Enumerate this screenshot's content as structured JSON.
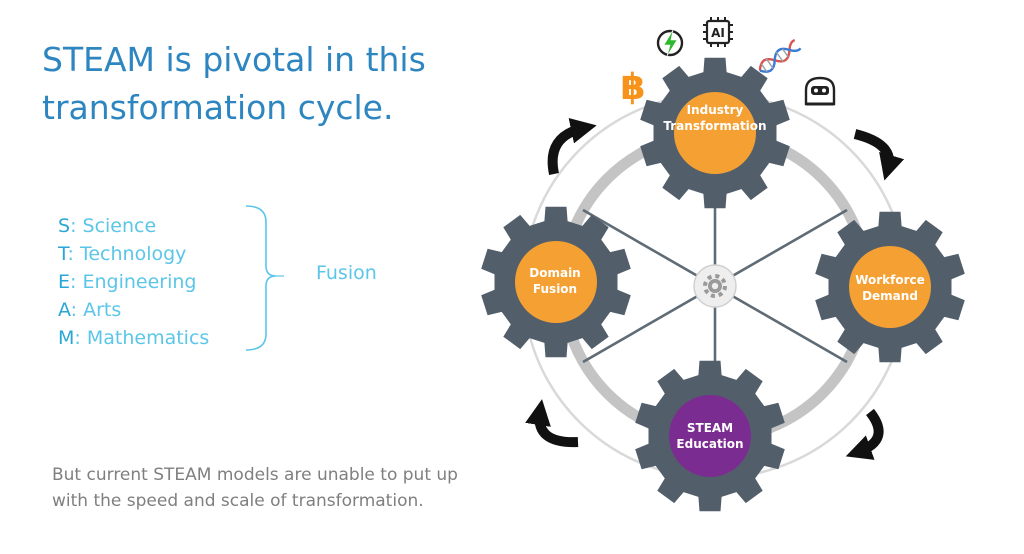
{
  "slide": {
    "title": "STEAM is pivotal in this transformation cycle.",
    "acronym": [
      {
        "letter": "S",
        "sep": ":",
        "word": " Science"
      },
      {
        "letter": "T",
        "sep": ":",
        "word": " Technology"
      },
      {
        "letter": "E",
        "sep": ":",
        "word": " Engineering"
      },
      {
        "letter": "A",
        "sep": ":",
        "word": " Arts"
      },
      {
        "letter": "M",
        "sep": ":",
        "word": " Mathematics"
      }
    ],
    "fusion_label": "Fusion",
    "footer": "But current STEAM models are unable to put up with the speed and scale of transformation."
  },
  "cycle": {
    "gears": {
      "top": {
        "line1": "Industry",
        "line2": "Transformation",
        "fill": "#f5a033"
      },
      "right": {
        "line1": "Workforce",
        "line2": "Demand",
        "fill": "#f5a033"
      },
      "bottom": {
        "line1": "STEAM",
        "line2": "Education",
        "fill": "#7b2c91"
      },
      "left": {
        "line1": "Domain",
        "line2": "Fusion",
        "fill": "#f5a033"
      }
    },
    "icons": {
      "ai_chip_text": "AI",
      "tech_icons": [
        "bitcoin-icon",
        "energy-icon",
        "ai-chip-icon",
        "dna-icon",
        "robot-icon"
      ]
    }
  },
  "colors": {
    "gear": "#525f6b",
    "title": "#2e86c1",
    "acronym": "#5bc6e8",
    "bitcoin": "#f7931a",
    "arrow": "#111111"
  }
}
